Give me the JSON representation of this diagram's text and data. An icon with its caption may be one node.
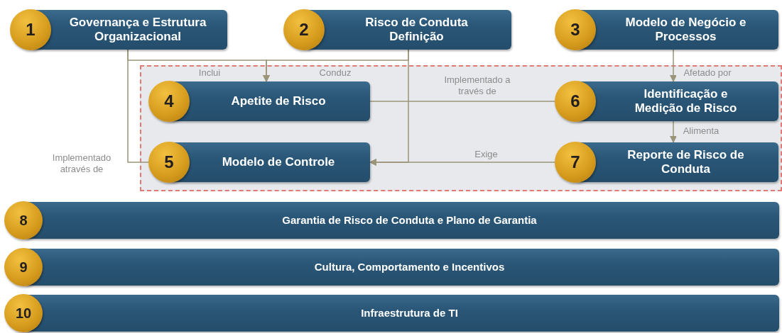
{
  "diagram": {
    "nodes": [
      {
        "text": [
          "1",
          "Governança e Estrutura Organizacional"
        ]
      },
      {
        "text": [
          "2",
          "Risco de Conduta Definição"
        ]
      },
      {
        "text": [
          "3",
          "Modelo de Negócio e Processos"
        ]
      },
      {
        "text": [],
        "shape": "box"
      },
      {
        "text": [
          "4",
          "Apetite de Risco"
        ],
        "in": 3
      },
      {
        "text": [
          "5",
          "Modelo de Controle"
        ],
        "in": 3
      },
      {
        "text": [
          "6",
          "Identificação e Medição de Risco"
        ],
        "in": 3
      },
      {
        "text": [
          "7",
          "Reporte de Risco de Conduta"
        ],
        "in": 3
      },
      {
        "text": [
          "8",
          "Garantia de Risco de Conduta e Plano de Garantia"
        ]
      },
      {
        "text": [
          "9",
          "Cultura, Comportamento e Incentivos"
        ]
      },
      {
        "text": [
          "10",
          "Infraestrutura de TI"
        ]
      }
    ],
    "edges": [
      {
        "from": 0,
        "to": 5,
        "arrow": "none",
        "label": "Implementado através de"
      },
      {
        "from": 0,
        "to": 4,
        "arrow": "to",
        "label": "Inclui"
      },
      {
        "from": 1,
        "to": 4,
        "arrow": "to",
        "label": "Conduz"
      },
      {
        "from": 1,
        "to": 5,
        "arrow": "to"
      },
      {
        "from": 7,
        "to": 5,
        "arrow": "to",
        "label": "Exige"
      },
      {
        "from": 4,
        "to": 6,
        "arrow": "none",
        "label": "Implementado a través de"
      },
      {
        "from": 2,
        "to": 6,
        "arrow": "to",
        "label": "Afetado por"
      },
      {
        "from": 6,
        "to": 7,
        "arrow": "to",
        "label": "Alimenta"
      }
    ]
  }
}
